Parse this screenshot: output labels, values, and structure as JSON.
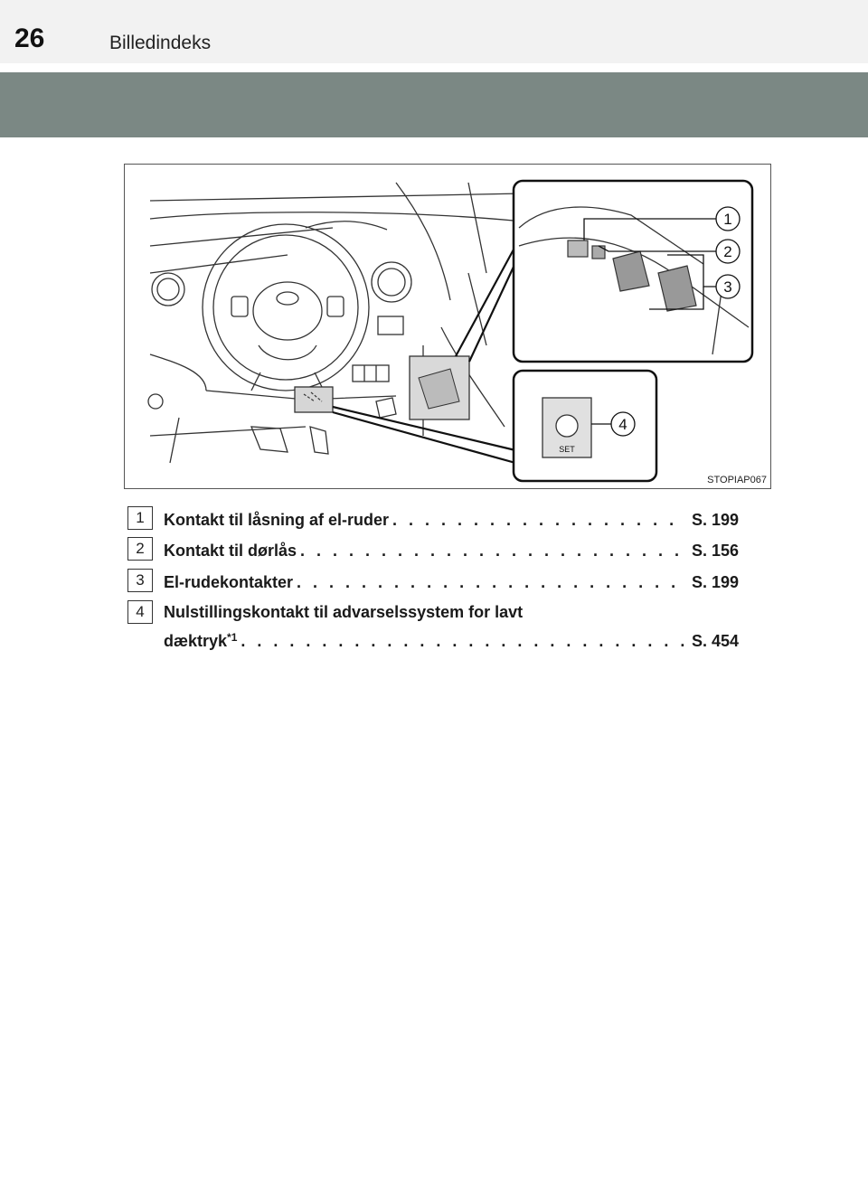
{
  "header": {
    "page_number": "26",
    "section_title": "Billedindeks"
  },
  "figure": {
    "code": "STOPIAP067",
    "callout_numbers": [
      "1",
      "2",
      "3",
      "4"
    ],
    "switch_label": "SET"
  },
  "index_items": [
    {
      "marker": "1",
      "label": "Kontakt til låsning af el-ruder",
      "page_ref": "S. 199"
    },
    {
      "marker": "2",
      "label": "Kontakt til dørlås",
      "page_ref": "S. 156"
    },
    {
      "marker": "3",
      "label": "El-rudekontakter",
      "page_ref": "S. 199"
    },
    {
      "marker": "4",
      "label_line1": "Nulstillingskontakt til advarselssystem for lavt",
      "label_line2": "dæktryk",
      "footnote": "*1",
      "page_ref": "S. 454"
    }
  ],
  "leader_dots": ". . . . . . . . . . . . . . . . . . . . . . . . . . . . . . . . . . . . . . . . . . . . . . . . . . ."
}
